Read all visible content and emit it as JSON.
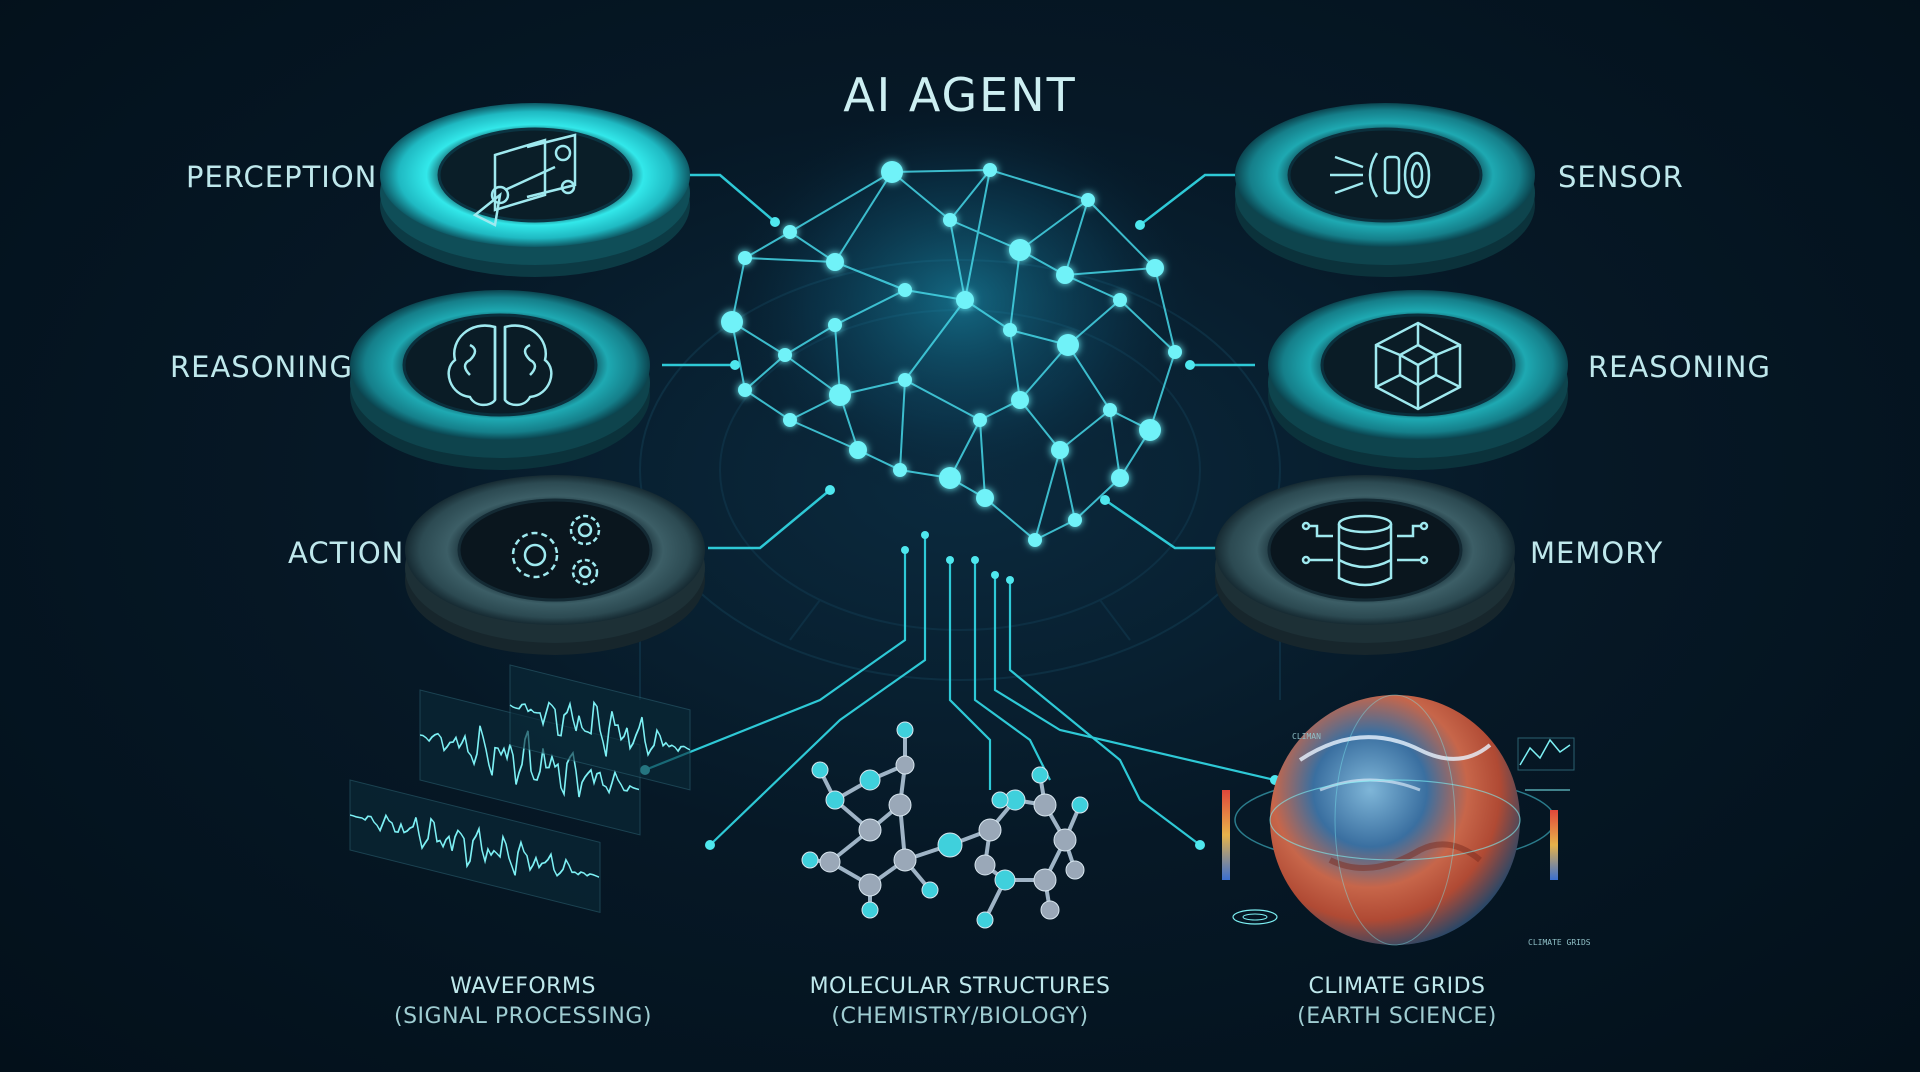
{
  "title": "AI AGENT",
  "left_modules": [
    {
      "label": "PERCEPTION",
      "icon": "perception-eye-camera-icon",
      "glow": "bright"
    },
    {
      "label": "REASONING",
      "icon": "brain-circuit-icon",
      "glow": "medium"
    },
    {
      "label": "ACTION",
      "icon": "gears-icon",
      "glow": "dim"
    }
  ],
  "right_modules": [
    {
      "label": "SENSOR",
      "icon": "sensor-emitter-icon",
      "glow": "medium"
    },
    {
      "label": "REASONING",
      "icon": "cube-network-icon",
      "glow": "medium"
    },
    {
      "label": "MEMORY",
      "icon": "database-icon",
      "glow": "dim"
    }
  ],
  "outputs": [
    {
      "title": "WAVEFORMS",
      "subtitle": "(SIGNAL PROCESSING)",
      "icon": "waveform-panels-icon"
    },
    {
      "title": "MOLECULAR STRUCTURES",
      "subtitle": "(CHEMISTRY/BIOLOGY)",
      "icon": "molecule-icon"
    },
    {
      "title": "CLIMATE GRIDS",
      "subtitle": "(EARTH SCIENCE)",
      "icon": "globe-climate-icon"
    }
  ],
  "globe_tags": [
    "CLIMAN",
    "CLIMATE GRIDS"
  ],
  "colors": {
    "accent": "#2ee6e6",
    "accent_soft": "#5fe0e8",
    "background": "#061826",
    "text": "#bfe8ec"
  }
}
